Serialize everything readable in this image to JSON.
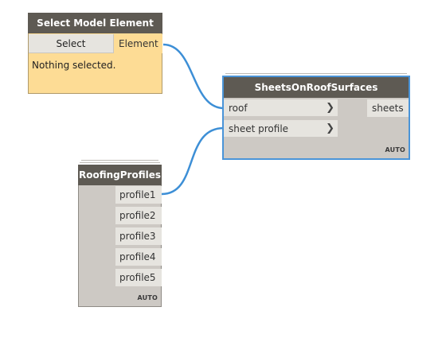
{
  "nodes": {
    "select_model_element": {
      "title": "Select Model Element",
      "button_label": "Select",
      "output_port": "Element",
      "status": "Nothing selected."
    },
    "sheets_on_roof_surfaces": {
      "title": "SheetsOnRoofSurfaces",
      "inputs": [
        "roof",
        "sheet profile"
      ],
      "outputs": [
        "sheets"
      ],
      "lacing": "AUTO",
      "selected": true
    },
    "roofing_profiles": {
      "title": "RoofingProfiles",
      "outputs": [
        "profile1",
        "profile2",
        "profile3",
        "profile4",
        "profile5"
      ],
      "lacing": "AUTO"
    }
  },
  "connections": [
    {
      "from": "Select Model Element.Element",
      "to": "SheetsOnRoofSurfaces.roof"
    },
    {
      "from": "RoofingProfiles.profile1",
      "to": "SheetsOnRoofSurfaces.sheet profile"
    }
  ],
  "colors": {
    "node_header": "#5e5a53",
    "node_body": "#cdc9c4",
    "port_background": "#e6e4df",
    "info_state": "#fddc95",
    "selection_outline": "#4a94d8",
    "wire": "#3d8fd6"
  },
  "icons": {
    "input_port_chevron": "chevron-right-icon"
  }
}
